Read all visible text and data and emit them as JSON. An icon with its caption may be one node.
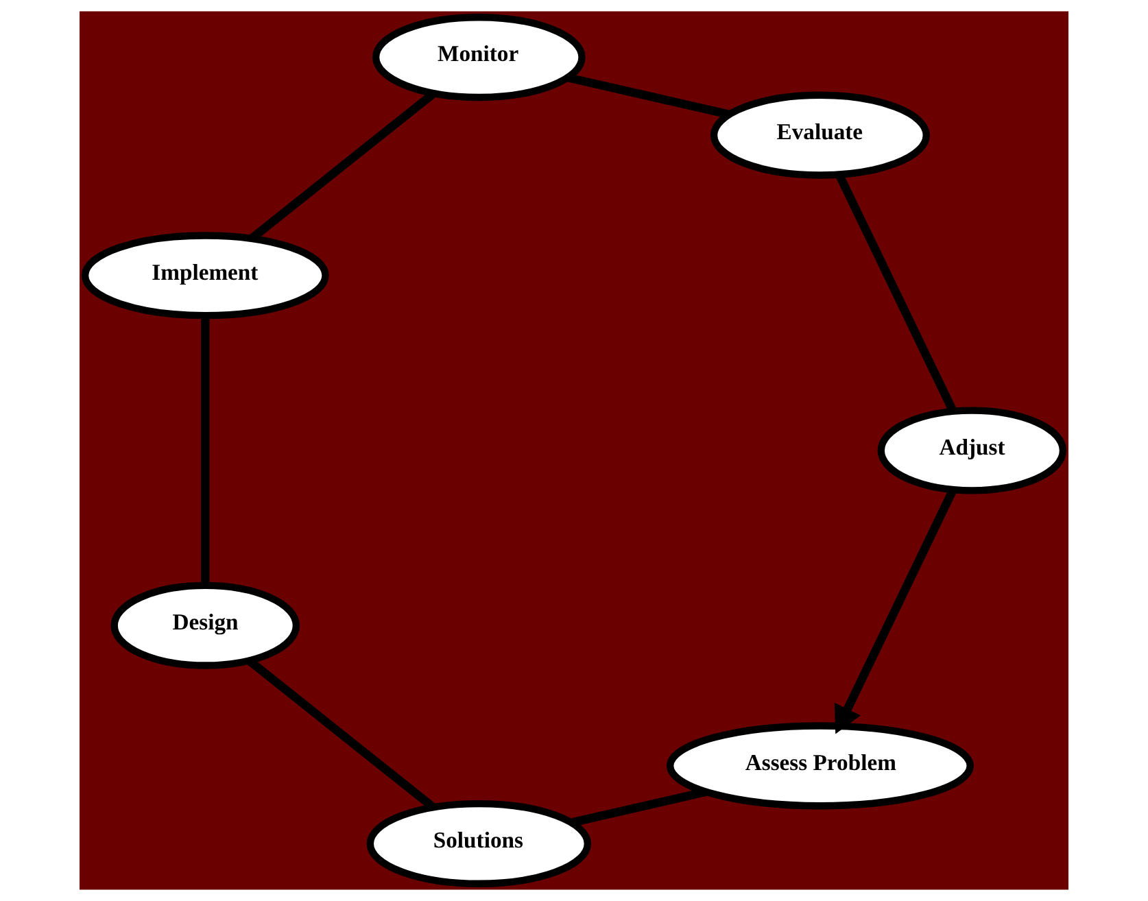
{
  "diagram": {
    "nodes": [
      {
        "text": [
          "Assess Problem"
        ]
      },
      {
        "text": [
          "Solutions"
        ]
      },
      {
        "text": [
          "Design"
        ]
      },
      {
        "text": [
          "Implement"
        ]
      },
      {
        "text": [
          "Monitor"
        ]
      },
      {
        "text": [
          "Evaluate"
        ]
      },
      {
        "text": [
          "Adjust"
        ]
      }
    ],
    "edges": [
      {
        "from": 0,
        "to": 1,
        "arrow": "none"
      },
      {
        "from": 1,
        "to": 2,
        "arrow": "none"
      },
      {
        "from": 2,
        "to": 3,
        "arrow": "none"
      },
      {
        "from": 3,
        "to": 4,
        "arrow": "none"
      },
      {
        "from": 4,
        "to": 5,
        "arrow": "none"
      },
      {
        "from": 5,
        "to": 6,
        "arrow": "none"
      },
      {
        "from": 6,
        "to": 0,
        "arrow": "to"
      }
    ]
  }
}
